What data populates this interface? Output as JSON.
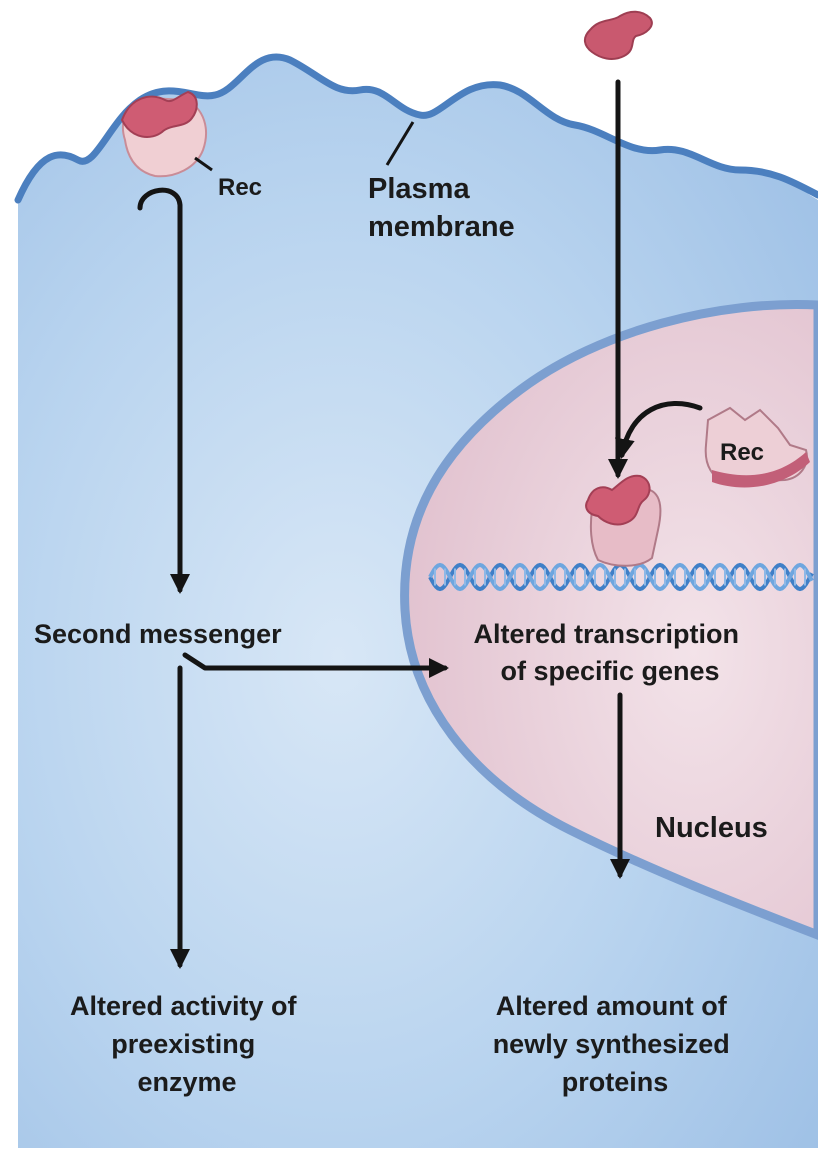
{
  "labels": {
    "rec_membrane": "Rec",
    "plasma_membrane": [
      "Plasma",
      "membrane"
    ],
    "rec_nuclear": "Rec",
    "second_messenger": "Second messenger",
    "altered_transcription": [
      "Altered transcription",
      "of specific genes"
    ],
    "nucleus": "Nucleus",
    "altered_activity": [
      "Altered activity of",
      "preexisting",
      "enzyme"
    ],
    "altered_amount": [
      "Altered amount of",
      "newly synthesized",
      "proteins"
    ]
  },
  "colors": {
    "cytoplasm": "#a9c9ea",
    "membrane": "#4b7fbf",
    "nucleus": "#ecd3dc",
    "nuclear_envelope": "#7c9fd0",
    "ligand": "#c9596f",
    "receptor": "#e9b8c1",
    "dna": "#3f7fc7",
    "arrow": "#141414"
  }
}
